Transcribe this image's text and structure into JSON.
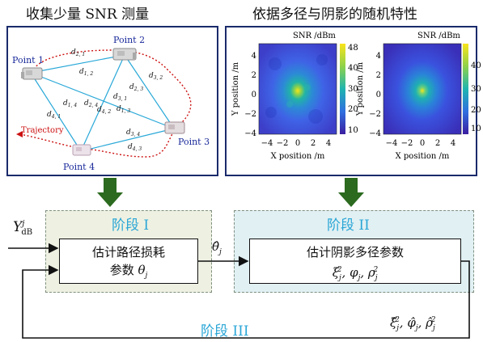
{
  "headings": {
    "left": "收集少量 SNR 测量",
    "right": "依据多径与阴影的随机特性"
  },
  "measurement": {
    "points": [
      "Point 1",
      "Point 2",
      "Point 3",
      "Point 4"
    ],
    "distance_labels": [
      "d2, 1",
      "d1, 2",
      "d3, 1",
      "d2, 3",
      "d3, 2",
      "d1, 3",
      "d1, 4",
      "d2, 4",
      "d4, 2",
      "d4, 1",
      "d3, 4",
      "d4, 3"
    ],
    "trajectory_label": "Trajectory"
  },
  "heatmaps": {
    "colorbar_title": "SNR /dBm",
    "x_label": "X position /m",
    "y_label": "Y position /m",
    "x_ticks": [
      "−4",
      "−2",
      "0",
      "2",
      "4"
    ],
    "y_ticks": [
      "4",
      "2",
      "0",
      "−2",
      "−4"
    ],
    "left_colorbar_ticks": [
      "48",
      "40",
      "30",
      "20",
      "10"
    ],
    "right_colorbar_ticks": [
      "40",
      "30",
      "20",
      "10"
    ]
  },
  "flow": {
    "input_label": "Y",
    "input_sup": "j",
    "input_sub": "dB",
    "stage1_label": "阶段 I",
    "stage2_label": "阶段 II",
    "stage3_label": "阶段 III",
    "box1_line1": "估计路径损耗",
    "box1_line2": "参数 θj",
    "box2_line1": "估计阴影多径参数",
    "box2_line2": "ξj², φj, ρj²",
    "mid_output": "θ̂j",
    "feedback_output": "ξ̂j², φ̂j, ρ̂j²"
  },
  "colors": {
    "frame": "#1a2a6b",
    "stage1_bg": "#eef1e2",
    "stage2_bg": "#e1f0f3",
    "stage_label": "#2aa6d6",
    "down_arrow": "#2b6a1f",
    "links": "#29a8d8",
    "trajectory": "#cc1111",
    "points": "#1a2a9a"
  }
}
